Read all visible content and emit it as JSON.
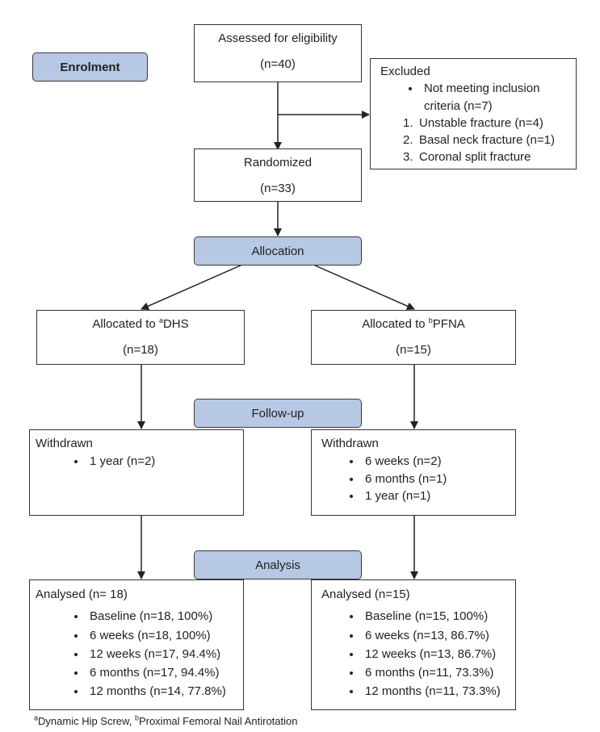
{
  "stages": {
    "enrolment": "Enrolment",
    "allocation": "Allocation",
    "follow_up": "Follow-up",
    "analysis": "Analysis"
  },
  "assessed": {
    "title": "Assessed for eligibility",
    "count": "(n=40)"
  },
  "excluded": {
    "title": "Excluded",
    "bullet": [
      "Not meeting inclusion",
      "criteria (n=7)"
    ],
    "items": [
      {
        "num": "1.",
        "text": "Unstable fracture (n=4)"
      },
      {
        "num": "2.",
        "text": "Basal neck fracture (n=1)"
      },
      {
        "num": "3.",
        "text": "Coronal split fracture"
      }
    ]
  },
  "randomized": {
    "title": "Randomized",
    "count": "(n=33)"
  },
  "dhs": {
    "prefix": "Allocated to ",
    "sup": "a",
    "name": "DHS",
    "count": "(n=18)",
    "withdrawn_title": "Withdrawn",
    "withdrawn": [
      "1 year (n=2)"
    ],
    "analysed_title": "Analysed (n= 18)",
    "analysed": [
      "Baseline (n=18, 100%)",
      "6 weeks (n=18, 100%)",
      "12 weeks (n=17, 94.4%)",
      "6 months (n=17, 94.4%)",
      "12 months (n=14, 77.8%)"
    ]
  },
  "pfna": {
    "prefix": "Allocated to ",
    "sup": "b",
    "name": "PFNA",
    "count": "(n=15)",
    "withdrawn_title": "Withdrawn",
    "withdrawn": [
      "6 weeks (n=2)",
      "6 months (n=1)",
      "1 year (n=1)"
    ],
    "analysed_title": "Analysed (n=15)",
    "analysed": [
      "Baseline (n=15, 100%)",
      "6 weeks (n=13, 86.7%)",
      "12 weeks (n=13, 86.7%)",
      "6 months (n=11, 73.3%)",
      "12 months (n=11, 73.3%)"
    ]
  },
  "footnote": {
    "a_sup": "a",
    "a_text": "Dynamic Hip Screw, ",
    "b_sup": "b",
    "b_text": "Proximal Femoral Nail Antirotation"
  }
}
